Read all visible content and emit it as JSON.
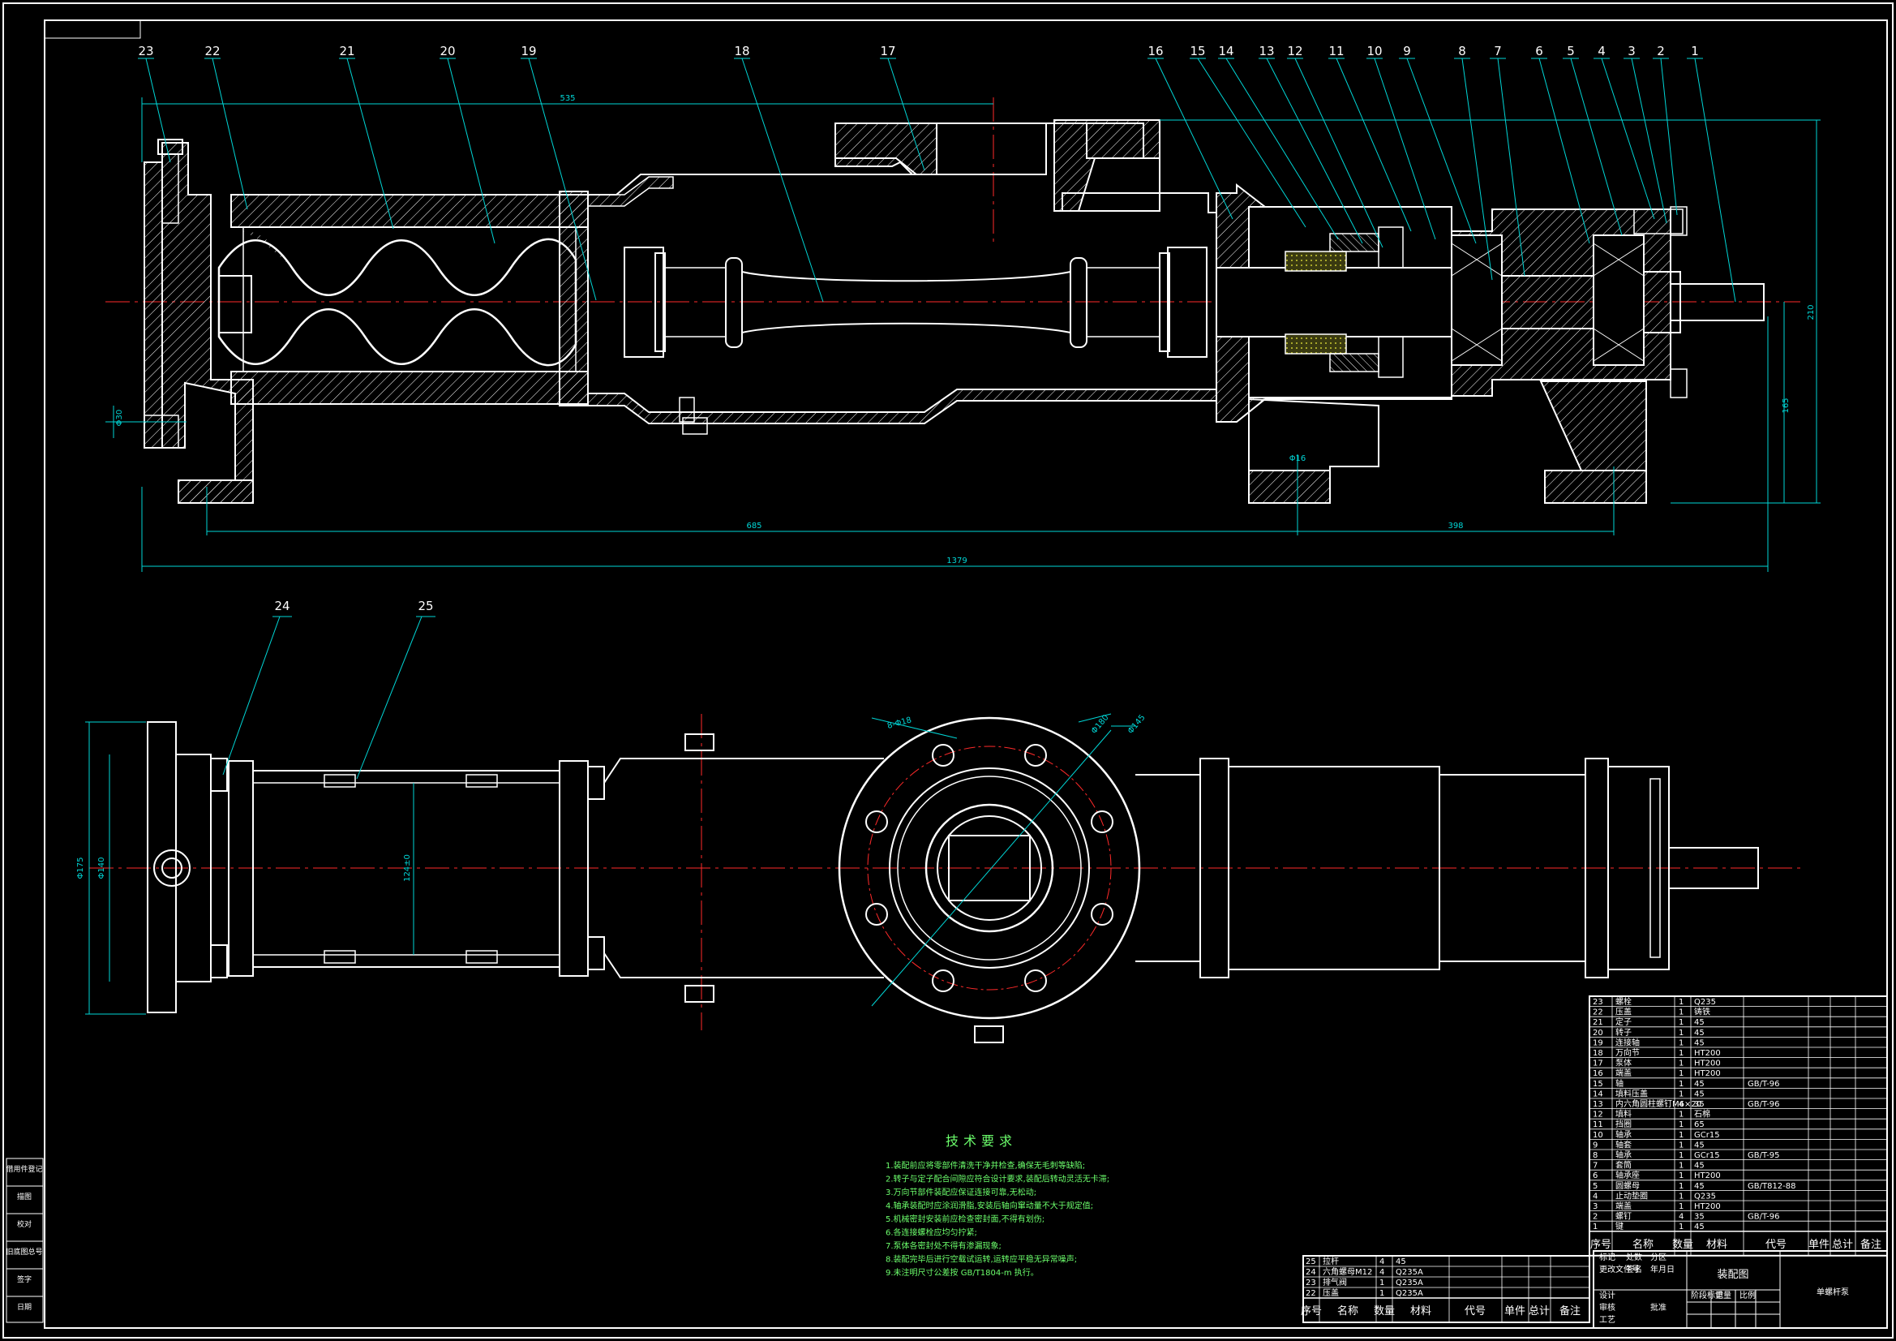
{
  "drawing": {
    "colors": {
      "background": "#000000",
      "outline": "#ffffff",
      "dimension": "#00d6d6",
      "center_line": "#ff2a2a",
      "hatch": "#ffffff",
      "tech_text": "#6cff6c"
    },
    "side_labels": [
      "借用件登记",
      "描图",
      "校对",
      "旧底图总号",
      "签字",
      "日期"
    ],
    "top_part_numbers": [
      "23",
      "22",
      "21",
      "20",
      "19",
      "18",
      "17",
      "16",
      "15",
      "14",
      "13",
      "12",
      "11",
      "10",
      "9",
      "8",
      "7",
      "6",
      "5",
      "4",
      "3",
      "2",
      "1"
    ],
    "bottom_part_numbers": [
      "24",
      "25"
    ],
    "dimensions": {
      "top_length": "535",
      "total_length": "1379",
      "lower_length": "685",
      "lower_right": "398",
      "right_height": "165",
      "right_dia": "210",
      "left_dia": "Φ30",
      "foot_dia": "Φ16",
      "bottom_left": "Φ175",
      "bottom_left2": "Φ140",
      "bottom_mid": "124±0",
      "flange_a": "8-Φ18",
      "flange_b": "Φ180",
      "flange_c": "Φ145"
    },
    "tech": {
      "title": "技术要求",
      "lines": [
        "1.装配前应将零部件清洗干净并检查,确保无毛刺等缺陷;",
        "2.转子与定子配合间隙应符合设计要求,装配后转动灵活无卡滞;",
        "3.万向节部件装配应保证连接可靠,无松动;",
        "4.轴承装配时应涂润滑脂,安装后轴向窜动量不大于规定值;",
        "5.机械密封安装前应检查密封面,不得有划伤;",
        "6.各连接螺栓应均匀拧紧;",
        "7.泵体各密封处不得有渗漏现象;",
        "8.装配完毕后进行空载试运转,运转应平稳无异常噪声;",
        "9.未注明尺寸公差按 GB/T1804-m 执行。"
      ]
    },
    "bom_rows": [
      [
        "23",
        "螺栓",
        "1",
        "Q235",
        ""
      ],
      [
        "22",
        "压盖",
        "1",
        "铸铁",
        ""
      ],
      [
        "21",
        "定子",
        "1",
        "45",
        ""
      ],
      [
        "20",
        "转子",
        "1",
        "45",
        ""
      ],
      [
        "19",
        "连接轴",
        "1",
        "45",
        ""
      ],
      [
        "18",
        "万向节",
        "1",
        "HT200",
        ""
      ],
      [
        "17",
        "泵体",
        "1",
        "HT200",
        ""
      ],
      [
        "16",
        "端盖",
        "1",
        "HT200",
        ""
      ],
      [
        "15",
        "轴",
        "1",
        "45",
        "GB/T-96"
      ],
      [
        "14",
        "填料压盖",
        "1",
        "45",
        ""
      ],
      [
        "13",
        "内六角圆柱螺钉M6×20",
        "4",
        "35",
        "GB/T-96"
      ],
      [
        "12",
        "填料",
        "1",
        "石棉",
        ""
      ],
      [
        "11",
        "挡圈",
        "1",
        "65",
        ""
      ],
      [
        "10",
        "轴承",
        "1",
        "GCr15",
        ""
      ],
      [
        "9",
        "轴套",
        "1",
        "45",
        ""
      ],
      [
        "8",
        "轴承",
        "1",
        "GCr15",
        "GB/T-95"
      ],
      [
        "7",
        "套筒",
        "1",
        "45",
        ""
      ],
      [
        "6",
        "轴承座",
        "1",
        "HT200",
        ""
      ],
      [
        "5",
        "圆螺母",
        "1",
        "45",
        "GB/T812-88"
      ],
      [
        "4",
        "止动垫圈",
        "1",
        "Q235",
        ""
      ],
      [
        "3",
        "端盖",
        "1",
        "HT200",
        ""
      ],
      [
        "2",
        "螺钉",
        "4",
        "35",
        "GB/T-96"
      ],
      [
        "1",
        "键",
        "1",
        "45",
        ""
      ]
    ],
    "bom_header": [
      "序号",
      "名称",
      "数量",
      "材料",
      "代号",
      "单件",
      "总计",
      "备注"
    ],
    "bom2_rows": [
      [
        "25",
        "拉杆",
        "4",
        "45",
        ""
      ],
      [
        "24",
        "六角螺母M12",
        "4",
        "Q235A",
        ""
      ],
      [
        "23",
        "排气阀",
        "1",
        "Q235A",
        ""
      ],
      [
        "22",
        "压盖",
        "1",
        "Q235A",
        ""
      ]
    ],
    "bom2_header": [
      "序号",
      "名称",
      "数量",
      "材料",
      "代号",
      "单件",
      "总计",
      "备注"
    ],
    "title_block": {
      "name": "装配图",
      "product": "单螺杆泵",
      "cells": [
        "标记",
        "处数",
        "分区",
        "更改文件号",
        "签名",
        "年月日",
        "设计",
        "审核",
        "工艺",
        "批准",
        "阶段标记",
        "重量",
        "比例"
      ]
    }
  }
}
